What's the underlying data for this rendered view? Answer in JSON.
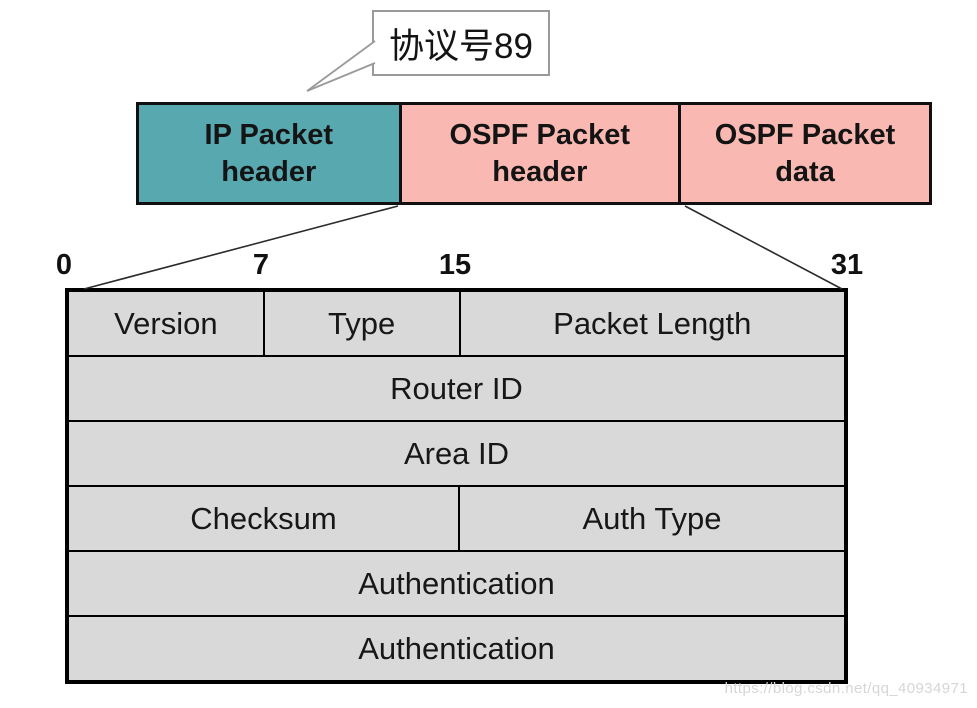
{
  "callout": {
    "label": "协议号89"
  },
  "segments": [
    {
      "label": "IP Packet header",
      "color": "#58a8b0"
    },
    {
      "label": "OSPF Packet header",
      "color": "#f9b9b2"
    },
    {
      "label": "OSPF Packet data",
      "color": "#f9b9b2"
    }
  ],
  "bit_scale": [
    "0",
    "7",
    "15",
    "31"
  ],
  "table": {
    "rows": [
      {
        "cells": [
          "Version",
          "Type",
          "Packet Length"
        ]
      },
      {
        "cells": [
          "Router ID"
        ]
      },
      {
        "cells": [
          "Area ID"
        ]
      },
      {
        "cells": [
          "Checksum",
          "Auth Type"
        ]
      },
      {
        "cells": [
          "Authentication"
        ]
      },
      {
        "cells": [
          "Authentication"
        ]
      }
    ]
  },
  "watermark": "https://blog.csdn.net/qq_40934971",
  "colors": {
    "ip_header_fill": "#58a8b0",
    "ospf_fill": "#f9b9b2",
    "cell_fill": "#d9d9d9",
    "border": "#000000",
    "callout_border": "#9a9a9a",
    "watermark_text": "#d6d6d6"
  }
}
